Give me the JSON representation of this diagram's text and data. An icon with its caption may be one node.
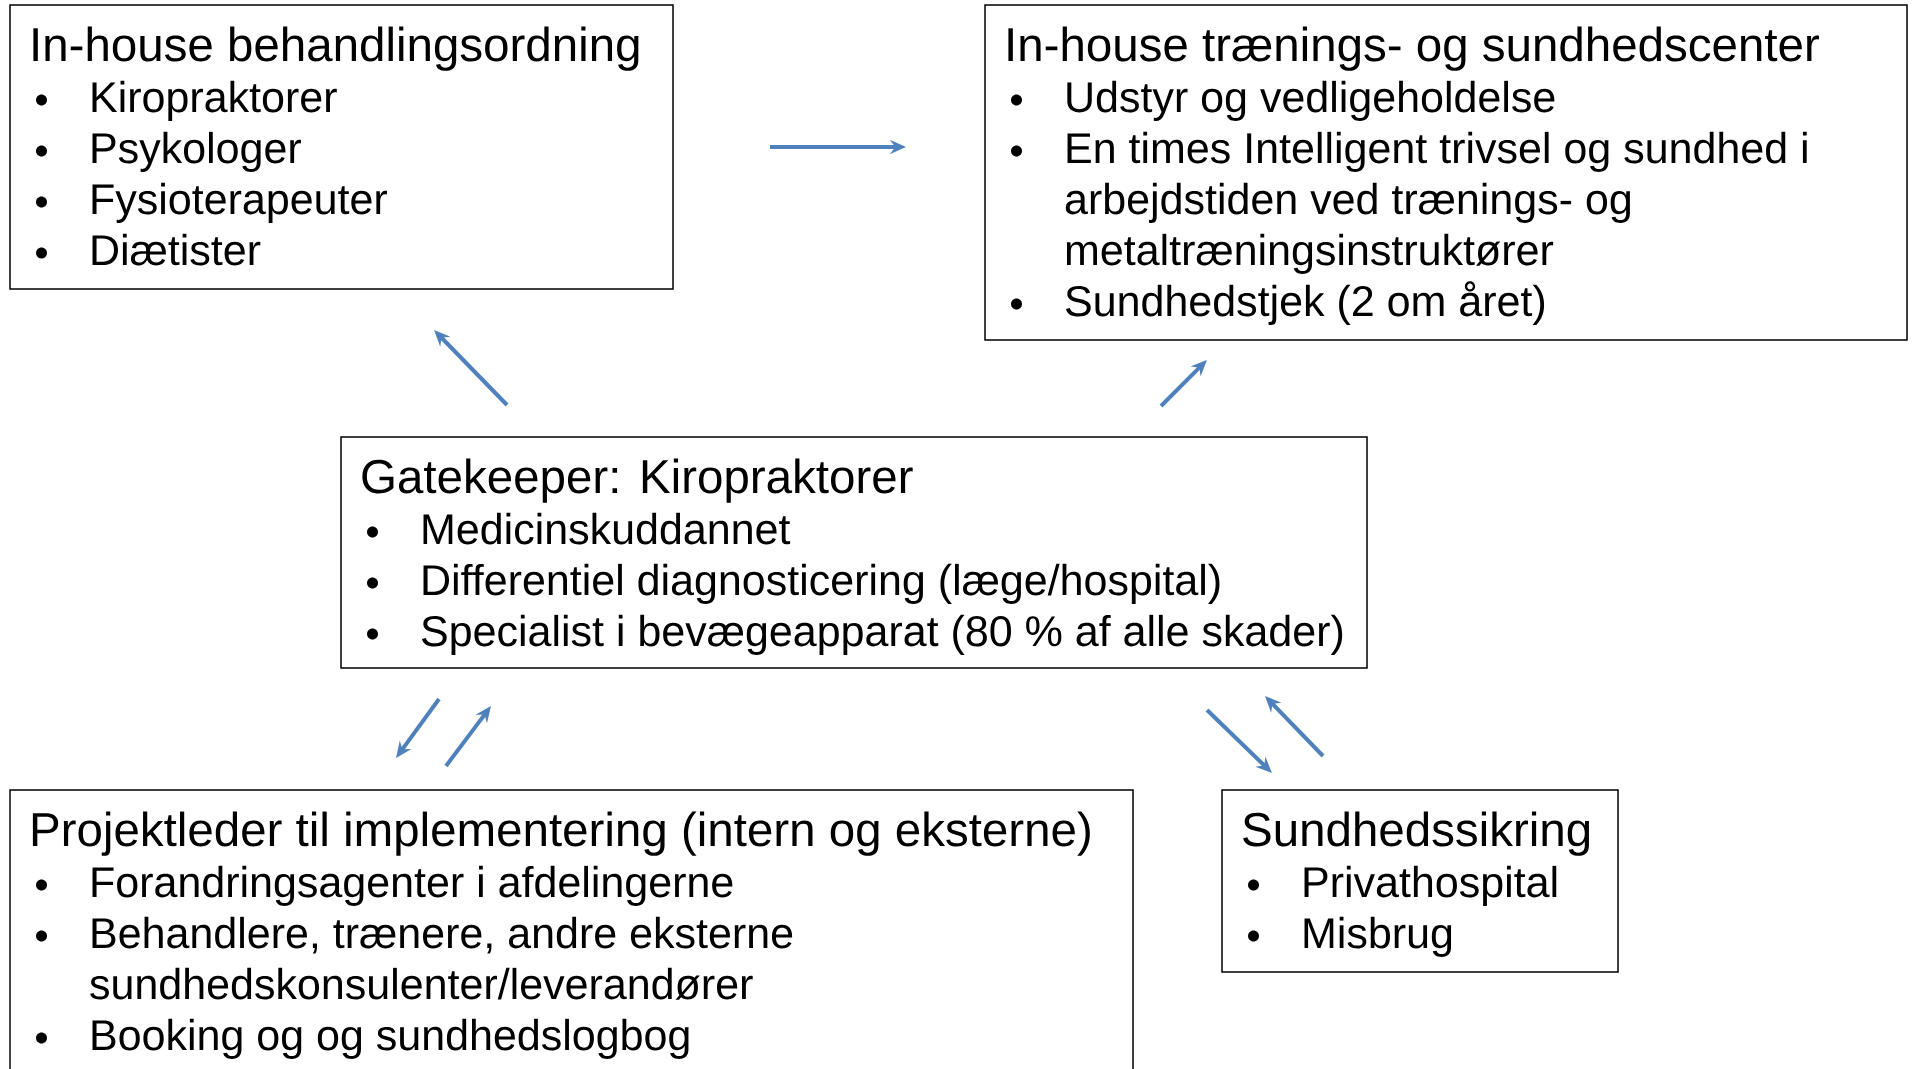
{
  "diagram": {
    "nodes": [
      {
        "text": [
          "In-house behandlingsordning",
          "Kiropraktorer",
          "Psykologer",
          "Fysioterapeuter",
          "Diætister"
        ]
      },
      {
        "text": [
          "In-house trænings- og sundhedscenter",
          "Udstyr og vedligeholdelse",
          "En times Intelligent trivsel og sundhed i arbejdstiden ved trænings- og metaltræningsinstruktører",
          "Sundhedstjek (2 om året)"
        ]
      },
      {
        "text": [
          "Gatekeeper: Kiropraktorer",
          "Medicinskuddannet",
          "Differentiel diagnosticering (læge/hospital)",
          "Specialist i bevægeapparat (80 % af alle skader)"
        ]
      },
      {
        "text": [
          "Projektleder til implementering (intern og eksterne)",
          "Forandringsagenter i afdelingerne",
          "Behandlere, trænere, andre eksterne sundhedskonsulenter/leverandører",
          "Booking og og sundhedslogbog"
        ]
      },
      {
        "text": [
          "Sundhedssikring",
          "Privathospital",
          "Misbrug"
        ]
      }
    ],
    "edges": [
      {
        "from": 0,
        "to": 1,
        "arrow": "to"
      },
      {
        "from": 2,
        "to": 0,
        "arrow": "to"
      },
      {
        "from": 2,
        "to": 1,
        "arrow": "to"
      },
      {
        "from": 2,
        "to": 3,
        "arrow": "to"
      },
      {
        "from": 3,
        "to": 2,
        "arrow": "to"
      },
      {
        "from": 2,
        "to": 4,
        "arrow": "to"
      },
      {
        "from": 4,
        "to": 2,
        "arrow": "to"
      }
    ]
  }
}
